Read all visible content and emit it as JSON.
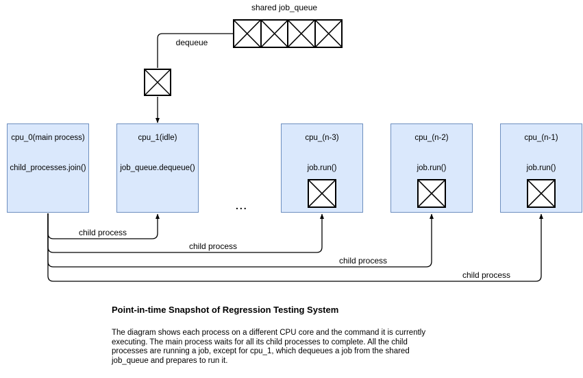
{
  "queue": {
    "label": "shared job_queue",
    "cell_count": 4
  },
  "dequeue_label": "dequeue",
  "cpus": [
    {
      "name": "cpu_0(main process)",
      "command": "child_processes.join()",
      "running_job": false
    },
    {
      "name": "cpu_1(idle)",
      "command": "job_queue.dequeue()",
      "running_job": false
    },
    {
      "name": "cpu_(n-3)",
      "command": "job.run()",
      "running_job": true
    },
    {
      "name": "cpu_(n-2)",
      "command": "job.run()",
      "running_job": true
    },
    {
      "name": "cpu_(n-1)",
      "command": "job.run()",
      "running_job": true
    }
  ],
  "ellipsis": "...",
  "child_links": [
    {
      "label": "child process"
    },
    {
      "label": "child process"
    },
    {
      "label": "child process"
    },
    {
      "label": "child process"
    }
  ],
  "caption": {
    "title": "Point-in-time Snapshot of Regression Testing System",
    "lines": [
      "The diagram shows each process on a different CPU core and the command it is currently",
      "executing. The main process waits for all its child processes to complete. All the child",
      "processes are running a job, except for cpu_1, which dequeues a job from the shared",
      "job_queue and prepares to run it."
    ]
  },
  "colors": {
    "cpu_fill": "#dae8fc",
    "cpu_border": "#6c8ebf",
    "line": "#000000"
  }
}
